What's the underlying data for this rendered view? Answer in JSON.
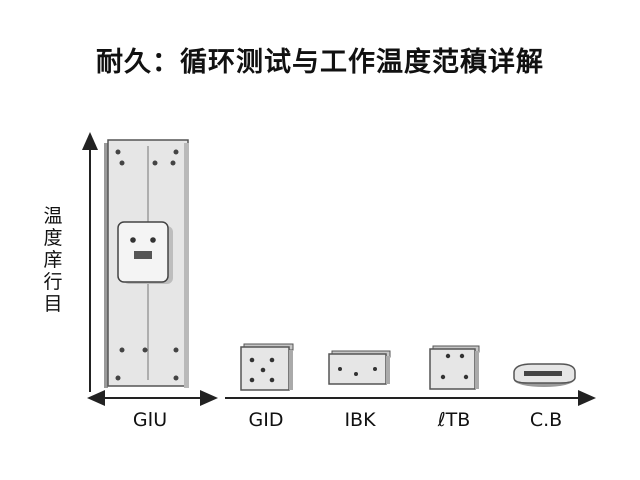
{
  "title": "耐久：循环测试与工作温度范稹详解",
  "y_axis_label_chars": [
    "温",
    "度",
    "庠",
    "行",
    "目"
  ],
  "x_labels": [
    "GꓲU",
    "GID",
    "IBK",
    "ℓTB",
    "C.B"
  ],
  "colors": {
    "device_fill": "#e6e6e6",
    "device_stroke": "#555555",
    "axis": "#222222"
  }
}
